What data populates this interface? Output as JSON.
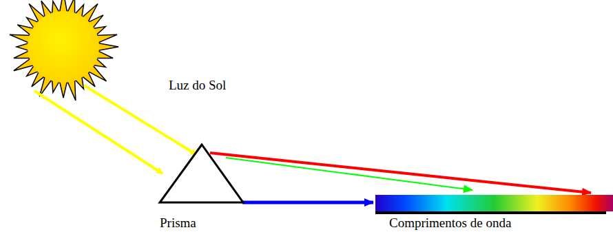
{
  "diagram": {
    "labels": [
      "Luz do Sol",
      "Prisma",
      "Comprimentos de onda"
    ]
  }
}
